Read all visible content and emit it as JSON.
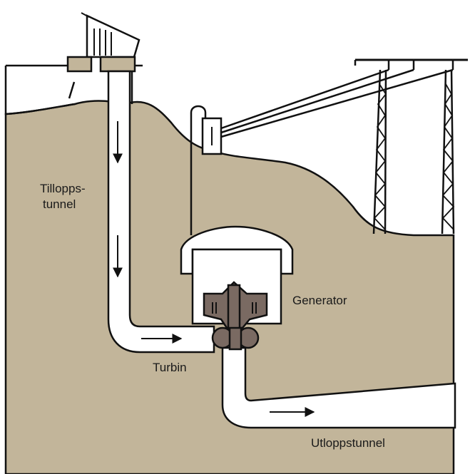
{
  "colors": {
    "ground": "#c2b59a",
    "outline": "#111111",
    "tunnel_fill": "#ffffff",
    "generator": "#7a6a62",
    "background": "#ffffff"
  },
  "labels": {
    "intake_tunnel_line1": "Tillopps-",
    "intake_tunnel_line2": "tunnel",
    "generator": "Generator",
    "turbine": "Turbin",
    "outlet_tunnel": "Utloppstunnel"
  },
  "icons": {
    "flow_arrows": "flow-arrow-icon",
    "transmission_tower": "pylon-icon"
  }
}
